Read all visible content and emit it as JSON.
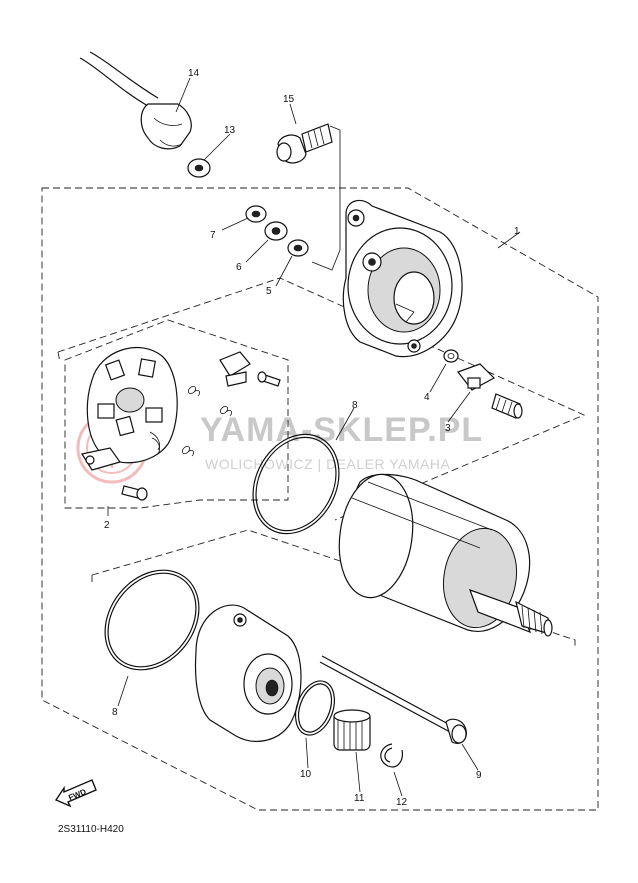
{
  "diagram_code": "2S31110-H420",
  "fwd_label": "FWD",
  "watermark": {
    "brand": "YAMA-SKLEP.PL",
    "subline": "WOLICHOWICZ | DEALER YAMAHA"
  },
  "callouts": {
    "c1": "1",
    "c2": "2",
    "c3": "3",
    "c4": "4",
    "c5": "5",
    "c6": "6",
    "c7": "7",
    "c8a": "8",
    "c8b": "8",
    "c9": "9",
    "c10": "10",
    "c11": "11",
    "c12": "12",
    "c13": "13",
    "c14": "14",
    "c15": "15"
  }
}
